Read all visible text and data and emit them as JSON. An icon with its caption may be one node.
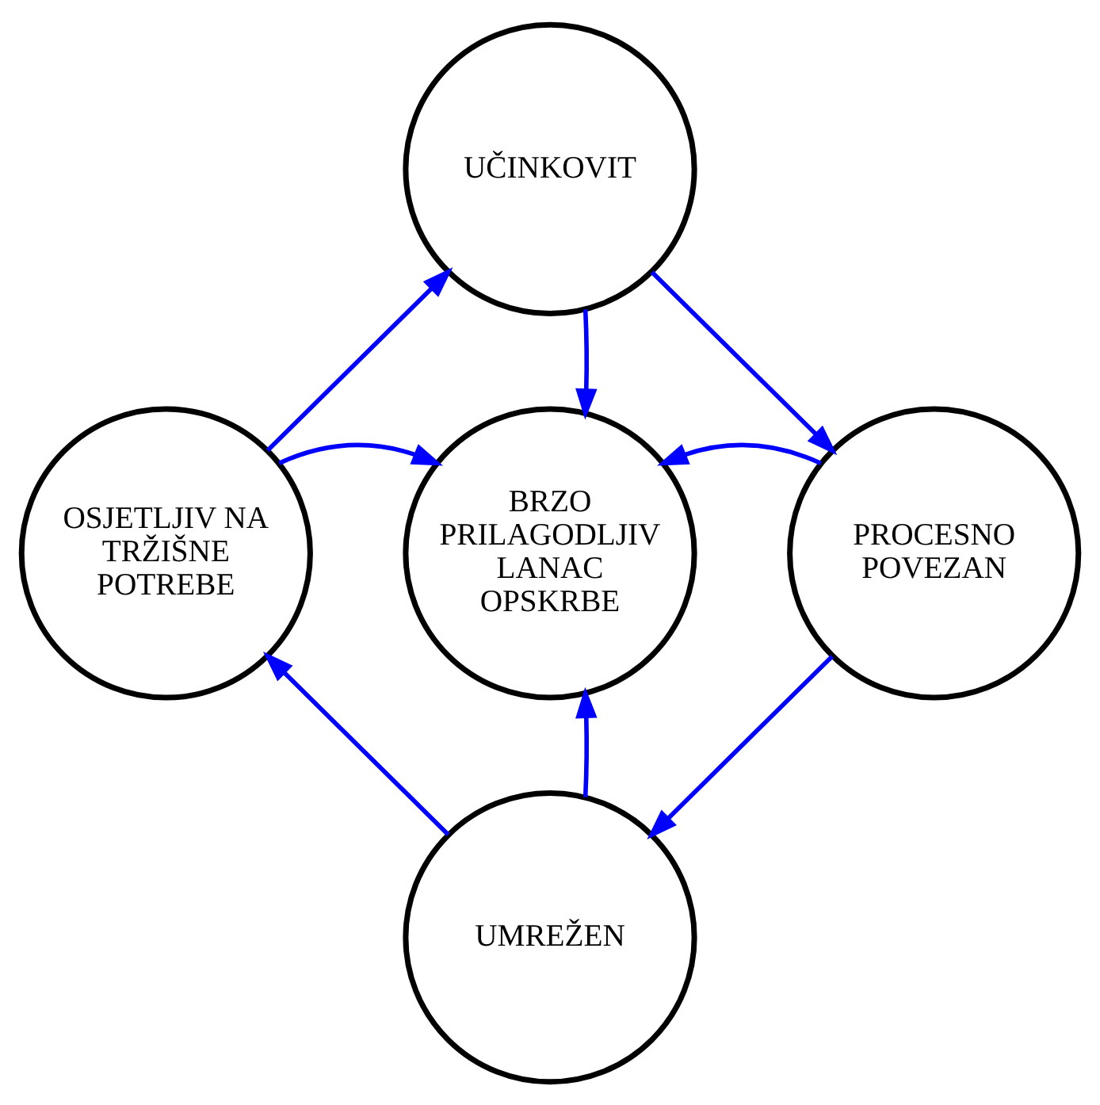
{
  "diagram": {
    "nodes": [
      {
        "text": [
          "UČINKOVIT"
        ]
      },
      {
        "text": [
          "OSJETLJIV NA TRŽIŠNE POTREBE"
        ]
      },
      {
        "text": [
          "BRZO PRILAGODLJIV LANAC OPSKRBE"
        ]
      },
      {
        "text": [
          "PROCESNO POVEZAN"
        ]
      },
      {
        "text": [
          "UMREŽEN"
        ]
      }
    ],
    "edges": [
      {
        "from": 0,
        "to": 2,
        "arrow": "to"
      },
      {
        "from": 1,
        "to": 2,
        "arrow": "to"
      },
      {
        "from": 3,
        "to": 2,
        "arrow": "to"
      },
      {
        "from": 4,
        "to": 2,
        "arrow": "to"
      },
      {
        "from": 0,
        "to": 3,
        "arrow": "to"
      },
      {
        "from": 3,
        "to": 4,
        "arrow": "to"
      },
      {
        "from": 4,
        "to": 1,
        "arrow": "to"
      },
      {
        "from": 1,
        "to": 0,
        "arrow": "to"
      }
    ]
  }
}
